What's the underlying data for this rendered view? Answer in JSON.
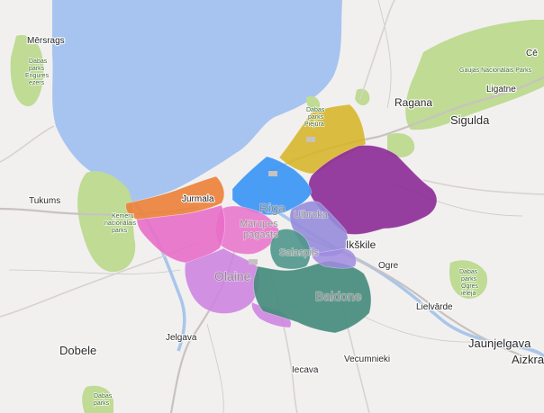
{
  "map": {
    "colors": {
      "land": "#f1f0ef",
      "sea": "#a7c4f0",
      "park": "#bfdb94",
      "river": "#a9c6ea",
      "road": "#d7d2cf"
    },
    "places": {
      "mersrags": "Mērsrags",
      "tukums": "Tukums",
      "jurmala": "Jurmala",
      "riga": "Riga",
      "marupes_pagasts_1": "Mārupes",
      "marupes_pagasts_2": "pagasts",
      "ulbroka": "Ulbroka",
      "salaspils": "Salaspils",
      "ikskile": "Ikškile",
      "ogre": "Ogre",
      "olaine": "Olaine",
      "baldone": "Baldone",
      "ragana": "Ragana",
      "sigulda": "Sigulda",
      "ligatne": "Ligatne",
      "lielvarde": "Lielvārde",
      "jelgava": "Jelgava",
      "dobele": "Dobele",
      "vecumnieki": "Vecumnieki",
      "iecava": "Iecava",
      "jaunjelgava": "Jaunjelgava",
      "aizkraukle": "Aizkra",
      "cesis_partial": "Cē"
    },
    "parks": {
      "engures_1": "Dabas",
      "engures_2": "parks",
      "engures_3": "Engures",
      "engures_4": "ezers",
      "dabas_parks_piejura_1": "Dabas",
      "dabas_parks_piejura_2": "parks",
      "dabas_parks_piejura_3": "Piejūra",
      "kemeru_1": "Ķemeru",
      "kemeru_2": "nacionālais",
      "kemeru_3": "parks",
      "gauja": "Gaujas Nacionālais Parks",
      "ogres_ieleja_1": "Dabas",
      "ogres_ieleja_2": "parks",
      "ogres_ieleja_3": "Ogres",
      "ogres_ieleja_4": "ieleja",
      "south_1": "Dabas",
      "south_2": "parks"
    }
  }
}
